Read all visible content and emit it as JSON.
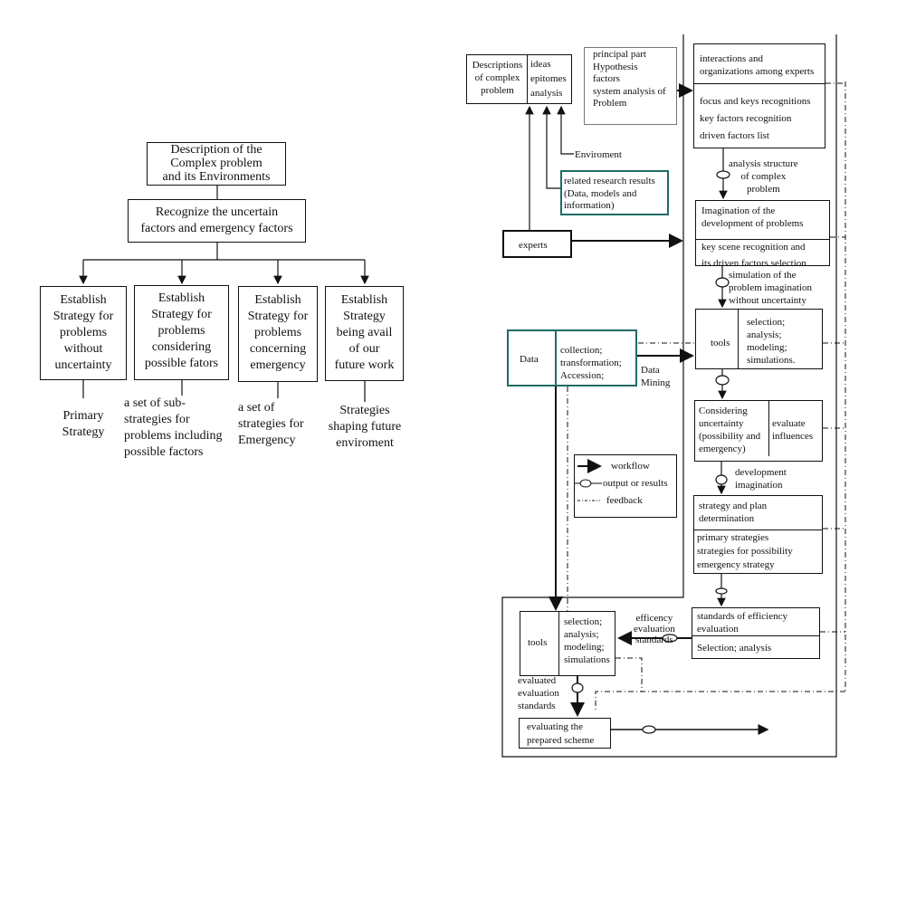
{
  "left": {
    "top_box": "Description of the\nComplex problem\nand its Environments",
    "recognize_box": "Recognize the uncertain\nfactors and emergency factors",
    "strategies": [
      {
        "box": "Establish\nStrategy for\nproblems\nwithout\nuncertainty",
        "result": "Primary\nStrategy"
      },
      {
        "box": "Establish\nStrategy for\nproblems\nconsidering\npossible fators",
        "result": "a set of  sub-\nstrategies for\nproblems  including\npossible factors"
      },
      {
        "box": "Establish\nStrategy for\nproblems\nconcerning\nemergency",
        "result": "a set of\nstrategies for\nEmergency"
      },
      {
        "box": "Establish\nStrategy\nbeing avail\nof our\nfuture work",
        "result": "Strategies\nshaping future\nenviroment"
      }
    ]
  },
  "right": {
    "descriptions": "Descriptions\nof complex\nproblem",
    "ideas": "ideas\nepitomes\nanalysis",
    "principal": "principal part\nHypothesis\nfactors\nsystem analysis of\nProblem",
    "interactions_top": "interactions and\norganizations among experts",
    "interactions_bottom": "focus and keys recognitions\nkey factors recognition\ndriven factors list",
    "enviroment": "Enviroment",
    "related": "related research results\n(Data, models and\ninformation)",
    "experts": "experts",
    "analysis_structure": "analysis structure\nof complex\nproblem",
    "imagination_top": "Imagination of the\ndevelopment of problems",
    "imagination_bottom": "key scene recognition  and\nits driven factors selection",
    "simulation": "simulation of the\nproblem imagination\nwithout uncertainty",
    "tools_label": "tools",
    "tools_items": "selection;\nanalysis;\nmodeling;\nsimulations.",
    "data_label": "Data",
    "data_items": "collection;\ntransformation;\nAccession;",
    "data_mining": "Data\nMining",
    "considering": "Considering\nuncertainty\n(possibility and\nemergency)",
    "evaluate": "evaluate\ninfluences",
    "development": "development\nimagination",
    "strategy_top": "strategy and plan\ndetermination",
    "strategy_bottom": "primary strategies\nstrategies for possibility\nemergency strategy",
    "legend": {
      "workflow": "workflow",
      "output": "output or results",
      "feedback": "feedback"
    },
    "standards_top": "standards of efficiency\nevaluation",
    "standards_bottom": "Selection; analysis",
    "efficiency_label": "efficency\nevaluation\nstandards",
    "tools2_label": "tools",
    "tools2_items": "selection;\nanalysis;\nmodeling;\nsimulations",
    "evaluated": "evaluated\nevaluation\nstandards",
    "evaluating": "evaluating the\nprepared scheme"
  }
}
